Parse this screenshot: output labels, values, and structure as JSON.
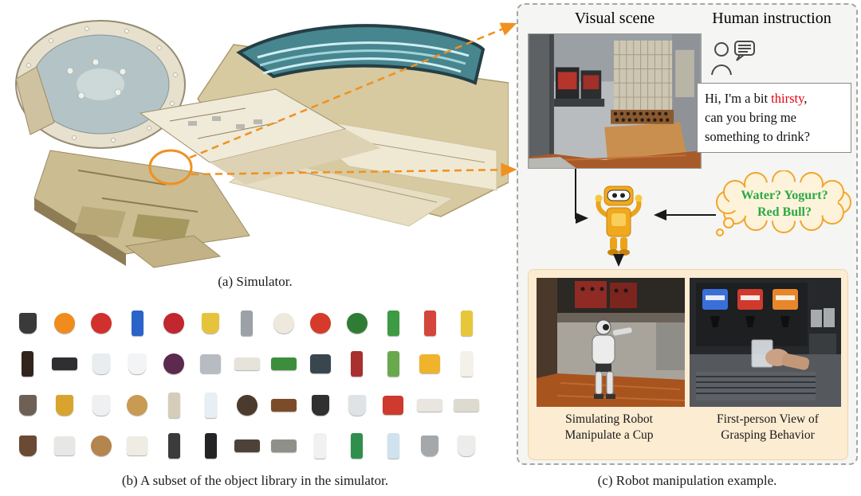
{
  "figure": {
    "caption_a": "(a) Simulator.",
    "caption_b": "(b) A subset of the object library in the simulator.",
    "caption_c": "(c) Robot manipulation example."
  },
  "panel_c": {
    "visual_scene_title": "Visual scene",
    "human_instruction_title": "Human instruction",
    "instruction": {
      "line1_before": "Hi, I'm a bit ",
      "highlight": "thirsty",
      "line1_after": ",",
      "line2": "can you bring me",
      "line3": "something to drink?",
      "highlight_color": "#e30613"
    },
    "thought": {
      "line1": "Water? Yogurt?",
      "line2": "Red Bull?",
      "text_color": "#2aa944"
    },
    "sub_left": {
      "caption_line1": "Simulating Robot",
      "caption_line2": "Manipulate a Cup"
    },
    "sub_right": {
      "caption_line1": "First-person View of",
      "caption_line2": "Grasping Behavior"
    }
  },
  "colors": {
    "arrow_orange": "#ef9120",
    "panel_border": "#a6a6a6",
    "panel_bg": "#f5f5f3",
    "bottom_panel_bg": "#fcecd2",
    "instruction_text": "#111111"
  },
  "object_library": {
    "items": [
      {
        "name": "kettle",
        "color": "#3a3a3a",
        "shape": "cup"
      },
      {
        "name": "orange",
        "color": "#f08c1e",
        "shape": "circle"
      },
      {
        "name": "strawberry",
        "color": "#d2302c",
        "shape": "circle"
      },
      {
        "name": "blue-drink-can",
        "color": "#2a64c8",
        "shape": "tall"
      },
      {
        "name": "apple",
        "color": "#c2262e",
        "shape": "circle"
      },
      {
        "name": "yellow-bowl",
        "color": "#e6c33c",
        "shape": "cup"
      },
      {
        "name": "gray-can",
        "color": "#9ba1a6",
        "shape": "tall"
      },
      {
        "name": "teddy-bear",
        "color": "#efe8dd",
        "shape": "circle"
      },
      {
        "name": "tomato",
        "color": "#d63a2a",
        "shape": "circle"
      },
      {
        "name": "watermelon",
        "color": "#2f7d34",
        "shape": "circle"
      },
      {
        "name": "green-juice-box",
        "color": "#3f9b43",
        "shape": "tall"
      },
      {
        "name": "red-white-tube",
        "color": "#d4453c",
        "shape": "tall"
      },
      {
        "name": "yellow-milk-carton",
        "color": "#e8c63a",
        "shape": "tall"
      },
      {
        "name": "soy-sauce-bottle",
        "color": "#32241c",
        "shape": "tall"
      },
      {
        "name": "black-stapler",
        "color": "#2f2f31",
        "shape": "wide"
      },
      {
        "name": "white-bowl",
        "color": "#e9edf0",
        "shape": "cup"
      },
      {
        "name": "white-cup",
        "color": "#f2f4f5",
        "shape": "cup"
      },
      {
        "name": "mangosteen",
        "color": "#5c2a4e",
        "shape": "circle"
      },
      {
        "name": "calculator",
        "color": "#b6bcc2",
        "shape": "square"
      },
      {
        "name": "white-animal-toy",
        "color": "#e6e3da",
        "shape": "wide"
      },
      {
        "name": "cucumber",
        "color": "#3c8e3c",
        "shape": "wide"
      },
      {
        "name": "dark-card-case",
        "color": "#3a464e",
        "shape": "square"
      },
      {
        "name": "red-book",
        "color": "#aa2f2f",
        "shape": "tall"
      },
      {
        "name": "green-tea-bottle",
        "color": "#6aa84e",
        "shape": "tall"
      },
      {
        "name": "yellow-snack-pack",
        "color": "#efb32c",
        "shape": "square"
      },
      {
        "name": "milk-bottle",
        "color": "#f4f1e8",
        "shape": "tall"
      },
      {
        "name": "mortar-and-pestle",
        "color": "#6e6054",
        "shape": "cup"
      },
      {
        "name": "yellow-mug",
        "color": "#d8a42e",
        "shape": "cup"
      },
      {
        "name": "white-container",
        "color": "#eef0f1",
        "shape": "cup"
      },
      {
        "name": "donut",
        "color": "#c89a52",
        "shape": "circle"
      },
      {
        "name": "pringles-can",
        "color": "#d6ccba",
        "shape": "tall"
      },
      {
        "name": "milk-carton",
        "color": "#e6eff5",
        "shape": "tall"
      },
      {
        "name": "bead-bracelet",
        "color": "#4c3a2c",
        "shape": "circle"
      },
      {
        "name": "brown-wallet",
        "color": "#7c4c2a",
        "shape": "wide"
      },
      {
        "name": "black-pot",
        "color": "#303030",
        "shape": "cup"
      },
      {
        "name": "dotted-cup",
        "color": "#dfe3e6",
        "shape": "cup"
      },
      {
        "name": "rubiks-cube",
        "color": "#cf3a2e",
        "shape": "square"
      },
      {
        "name": "paper-bag",
        "color": "#e9e6df",
        "shape": "wide"
      },
      {
        "name": "white-tray",
        "color": "#dddbd0",
        "shape": "wide"
      },
      {
        "name": "coffee-tumbler",
        "color": "#6a4a34",
        "shape": "cup"
      },
      {
        "name": "kitchen-scale",
        "color": "#e7e7e5",
        "shape": "square"
      },
      {
        "name": "bread-loaf",
        "color": "#b5854e",
        "shape": "circle"
      },
      {
        "name": "white-carton-box",
        "color": "#efece3",
        "shape": "square"
      },
      {
        "name": "black-trash-bin",
        "color": "#3b3b3d",
        "shape": "tall"
      },
      {
        "name": "black-thermos",
        "color": "#242426",
        "shape": "tall"
      },
      {
        "name": "dark-tray",
        "color": "#4c4238",
        "shape": "wide"
      },
      {
        "name": "gray-basin",
        "color": "#90908a",
        "shape": "wide"
      },
      {
        "name": "white-spray-bottle",
        "color": "#f1f1ef",
        "shape": "tall"
      },
      {
        "name": "green-drink-bottle",
        "color": "#2f8f4c",
        "shape": "tall"
      },
      {
        "name": "water-bottle",
        "color": "#cfe2ee",
        "shape": "tall"
      },
      {
        "name": "gray-paper-cup",
        "color": "#a4a8aa",
        "shape": "cup"
      },
      {
        "name": "white-kettle",
        "color": "#ececea",
        "shape": "cup"
      }
    ]
  }
}
